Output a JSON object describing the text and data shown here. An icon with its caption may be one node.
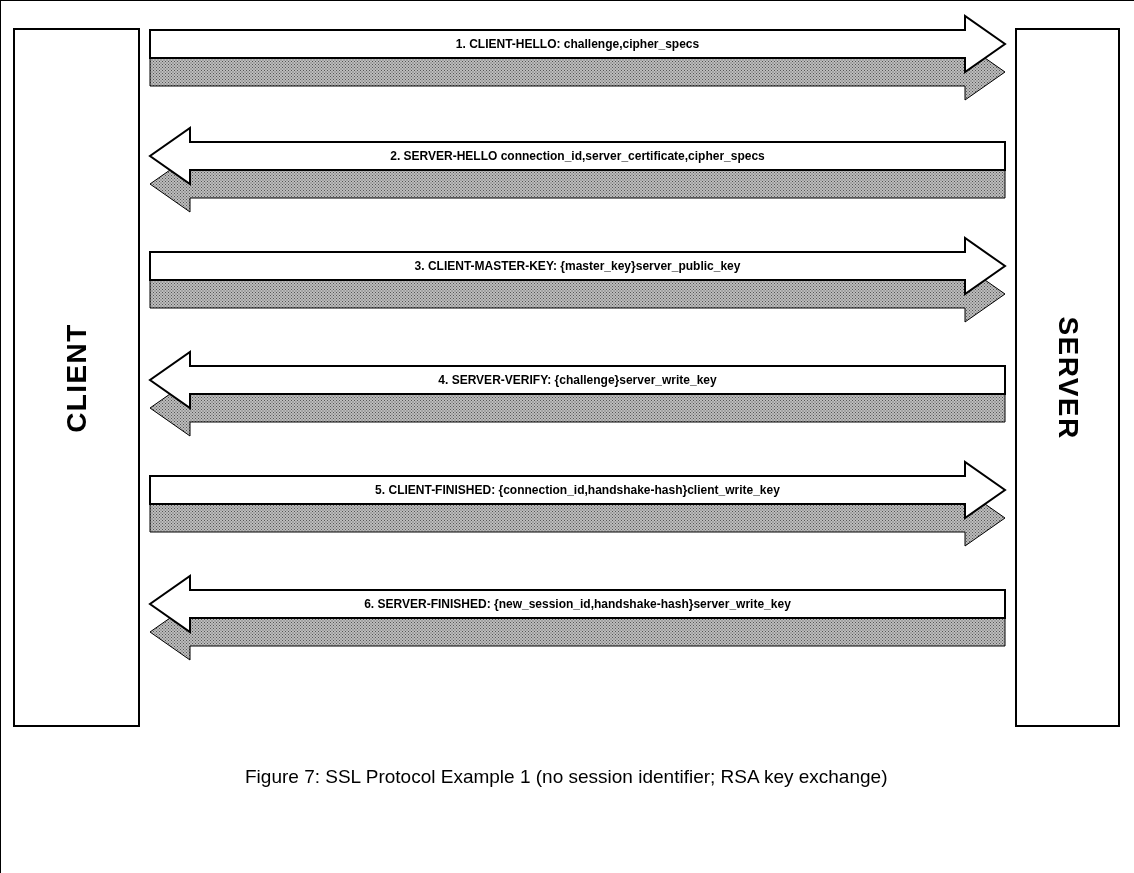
{
  "diagram": {
    "caption": "Figure 7:  SSL Protocol Example 1 (no session identifier; RSA key exchange)",
    "nodes": [
      {
        "text": [
          "CLIENT"
        ]
      },
      {
        "text": [
          "SERVER"
        ]
      }
    ],
    "edges": [
      {
        "from": 0,
        "to": 1,
        "arrow": "to",
        "style": "thick",
        "label": "1. CLIENT-HELLO: challenge,cipher_specs"
      },
      {
        "from": 1,
        "to": 0,
        "arrow": "to",
        "style": "thick",
        "label": "2. SERVER-HELLO connection_id,server_certificate,cipher_specs"
      },
      {
        "from": 0,
        "to": 1,
        "arrow": "to",
        "style": "thick",
        "label": "3. CLIENT-MASTER-KEY: {master_key}server_public_key"
      },
      {
        "from": 1,
        "to": 0,
        "arrow": "to",
        "style": "thick",
        "label": "4. SERVER-VERIFY: {challenge}server_write_key"
      },
      {
        "from": 0,
        "to": 1,
        "arrow": "to",
        "style": "thick",
        "label": "5. CLIENT-FINISHED: {connection_id,handshake-hash}client_write_key"
      },
      {
        "from": 1,
        "to": 0,
        "arrow": "to",
        "style": "thick",
        "label": "6. SERVER-FINISHED: {new_session_id,handshake-hash}server_write_key"
      }
    ]
  }
}
